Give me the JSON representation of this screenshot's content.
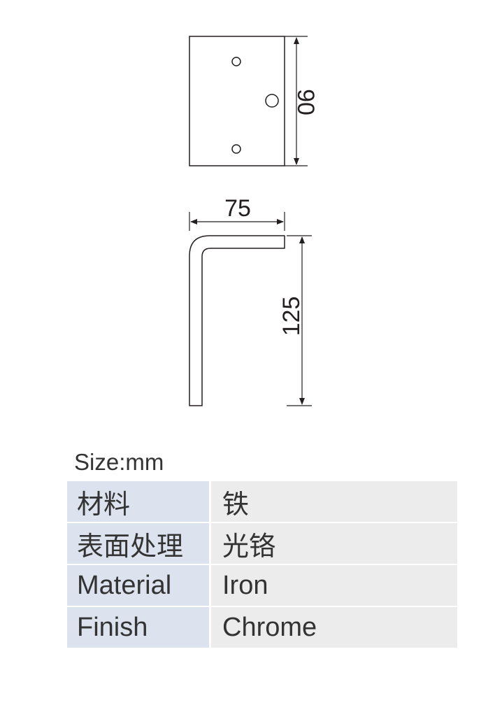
{
  "drawing": {
    "dimensions": {
      "plate_height": "90",
      "bracket_width": "75",
      "bracket_height": "125"
    }
  },
  "size_label": "Size:mm",
  "spec_table": {
    "rows": [
      {
        "key": "材料",
        "value": "铁"
      },
      {
        "key": "表面处理",
        "value": "光铬"
      },
      {
        "key": "Material",
        "value": "Iron"
      },
      {
        "key": "Finish",
        "value": "Chrome"
      }
    ]
  },
  "colors": {
    "line": "#231f20",
    "key_cell_bg": "#dde3ee",
    "value_cell_bg": "#ececec",
    "text": "#333333"
  }
}
